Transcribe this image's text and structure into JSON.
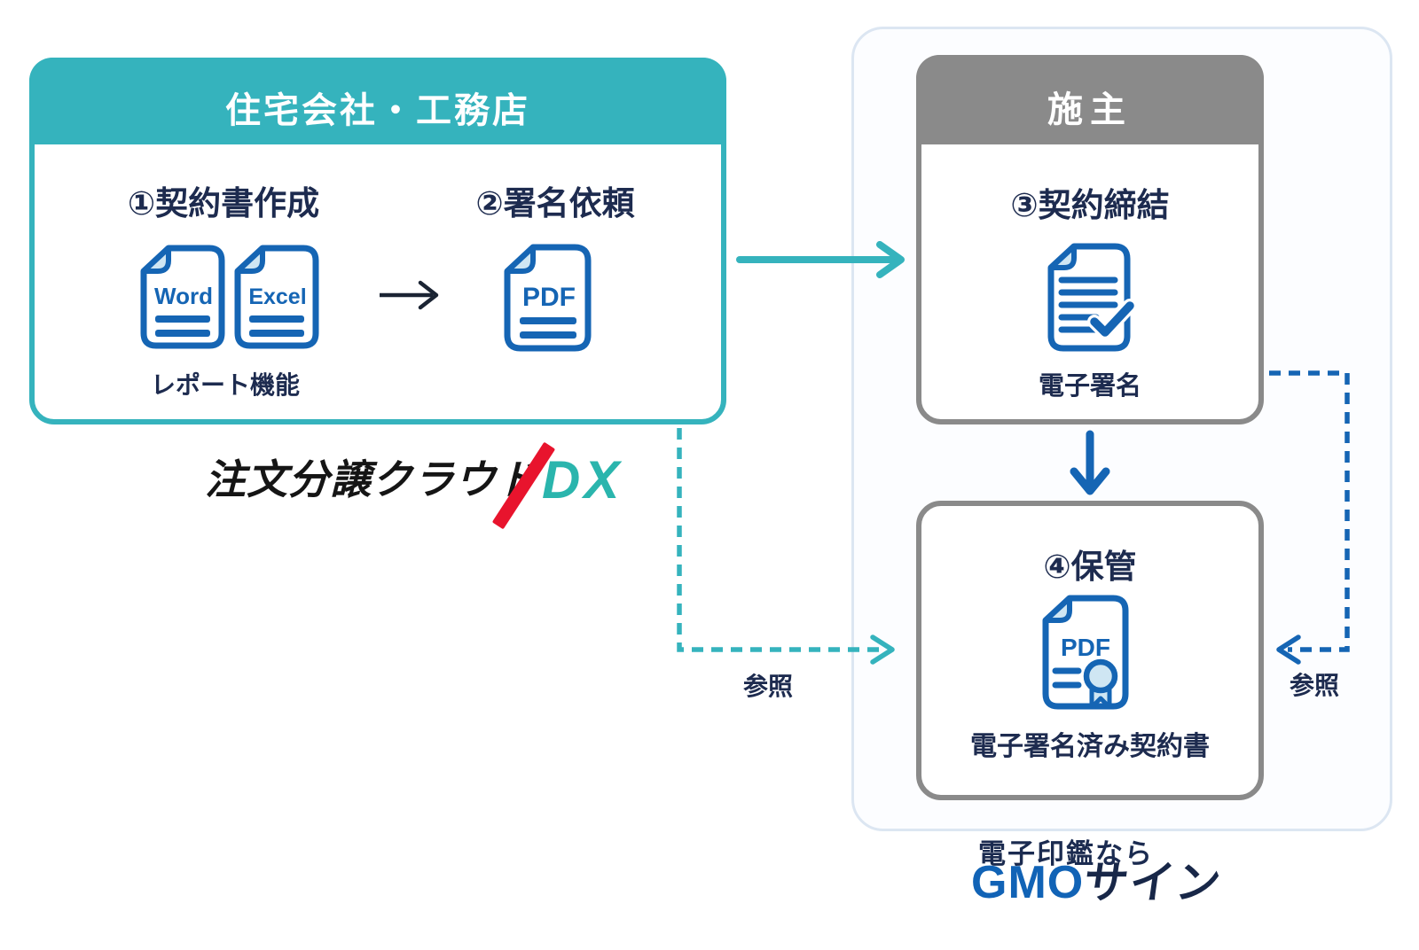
{
  "colors": {
    "teal": "#35b3bd",
    "gray": "#8a8a8a",
    "icon_blue": "#1565b4",
    "fold_light_blue": "#cfe6f3",
    "text_navy": "#1d2b4f",
    "outer_border_light_blue": "#dce6f2",
    "dx_teal": "#2ab5ad",
    "dx_red": "#e8142d",
    "gmo_blue": "#1163b6",
    "gmo_navy": "#182748",
    "black_arrow": "#1b2433"
  },
  "left_panel": {
    "title": "住宅会社・工務店",
    "step1_label": "①契約書作成",
    "word_icon_text": "Word",
    "excel_icon_text": "Excel",
    "report_caption": "レポート機能",
    "step2_label": "②署名依頼",
    "pdf_icon_text": "PDF"
  },
  "cloud_dx_logo": {
    "text": "注文分譲クラウド",
    "d": "D",
    "x": "X"
  },
  "owner_panel": {
    "title": "施主",
    "step3_label": "③契約締結",
    "step3_caption": "電子署名",
    "step4_label": "④保管",
    "step4_pdf_text": "PDF",
    "step4_caption": "電子署名済み契約書"
  },
  "references": {
    "left_label": "参照",
    "right_label": "参照"
  },
  "gmo_logo": {
    "tagline": "電子印鑑なら",
    "brand_main": "GMO",
    "brand_suffix": "サイン"
  }
}
